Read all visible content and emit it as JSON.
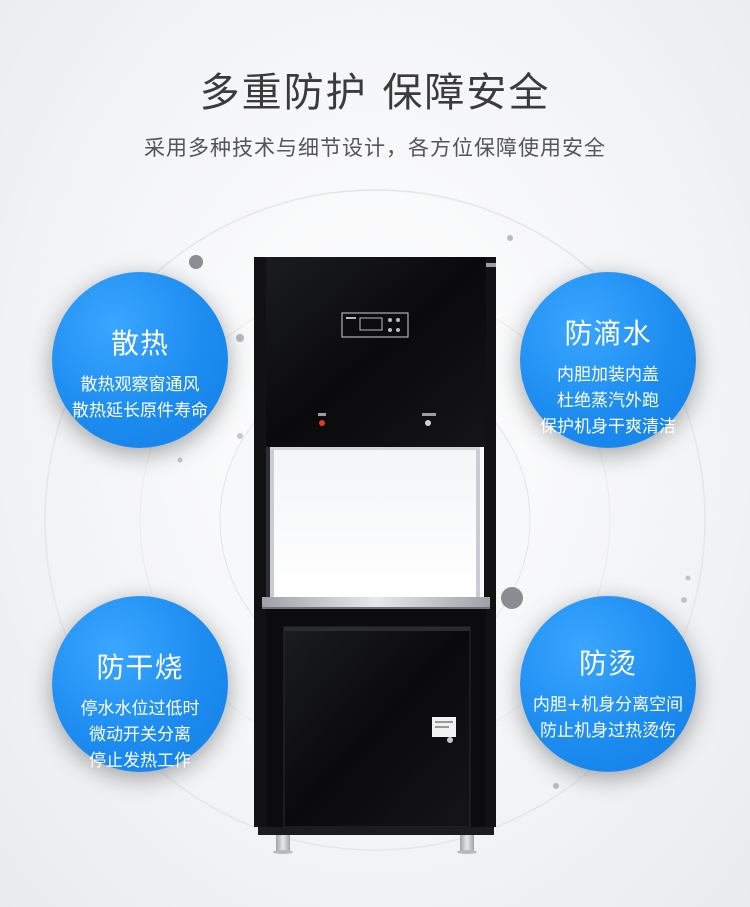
{
  "header": {
    "title": "多重防护  保障安全",
    "subtitle": "采用多种技术与细节设计，各方位保障使用安全"
  },
  "features": [
    {
      "title": "散热",
      "lines": [
        "散热观察窗通风",
        "散热延长原件寿命"
      ]
    },
    {
      "title": "防滴水",
      "lines": [
        "内胆加装内盖",
        "杜绝蒸汽外跑",
        "保护机身干爽清洁"
      ]
    },
    {
      "title": "防干烧",
      "lines": [
        "停水水位过低时",
        "微动开关分离",
        "停止发热工作"
      ]
    },
    {
      "title": "防烫",
      "lines": [
        "内胆+机身分离空间",
        "防止机身过热烫伤"
      ]
    }
  ],
  "product": {
    "icons": [
      "water-dispenser-icon",
      "control-panel-icon",
      "tap-icon"
    ],
    "colors": {
      "body": "#0e0e10",
      "accent": "#1c8cf0",
      "steel": "#c9ccd1"
    }
  }
}
